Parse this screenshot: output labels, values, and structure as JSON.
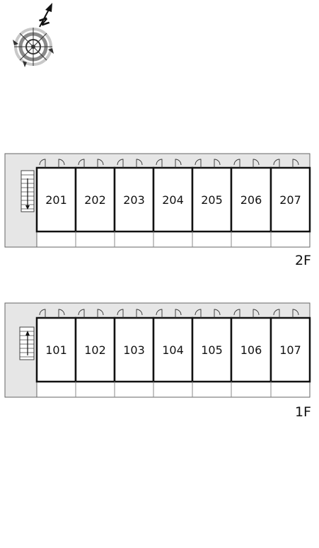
{
  "compass": {
    "letter": "N",
    "icon": "compass-rose-icon"
  },
  "floors": [
    {
      "label": "2F",
      "rooms": [
        "201",
        "202",
        "203",
        "204",
        "205",
        "206",
        "207"
      ]
    },
    {
      "label": "1F",
      "rooms": [
        "101",
        "102",
        "103",
        "104",
        "105",
        "106",
        "107"
      ]
    }
  ],
  "colors": {
    "corridor": "#e6e6e6",
    "wall": "#111111",
    "balcony": "#ffffff"
  }
}
